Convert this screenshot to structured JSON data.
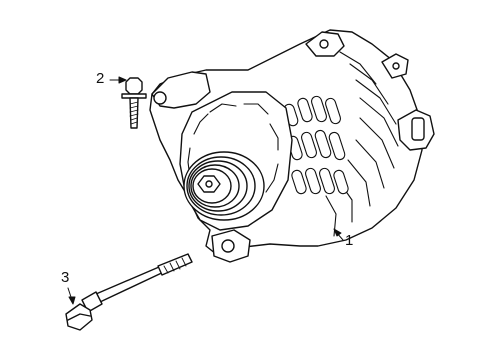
{
  "diagram": {
    "callouts": [
      {
        "number": "1",
        "part": "alternator-assembly"
      },
      {
        "number": "2",
        "part": "mounting-bolt"
      },
      {
        "number": "3",
        "part": "long-stud-bolt"
      }
    ],
    "line_color": "#111111",
    "fill_color": "#ffffff"
  }
}
